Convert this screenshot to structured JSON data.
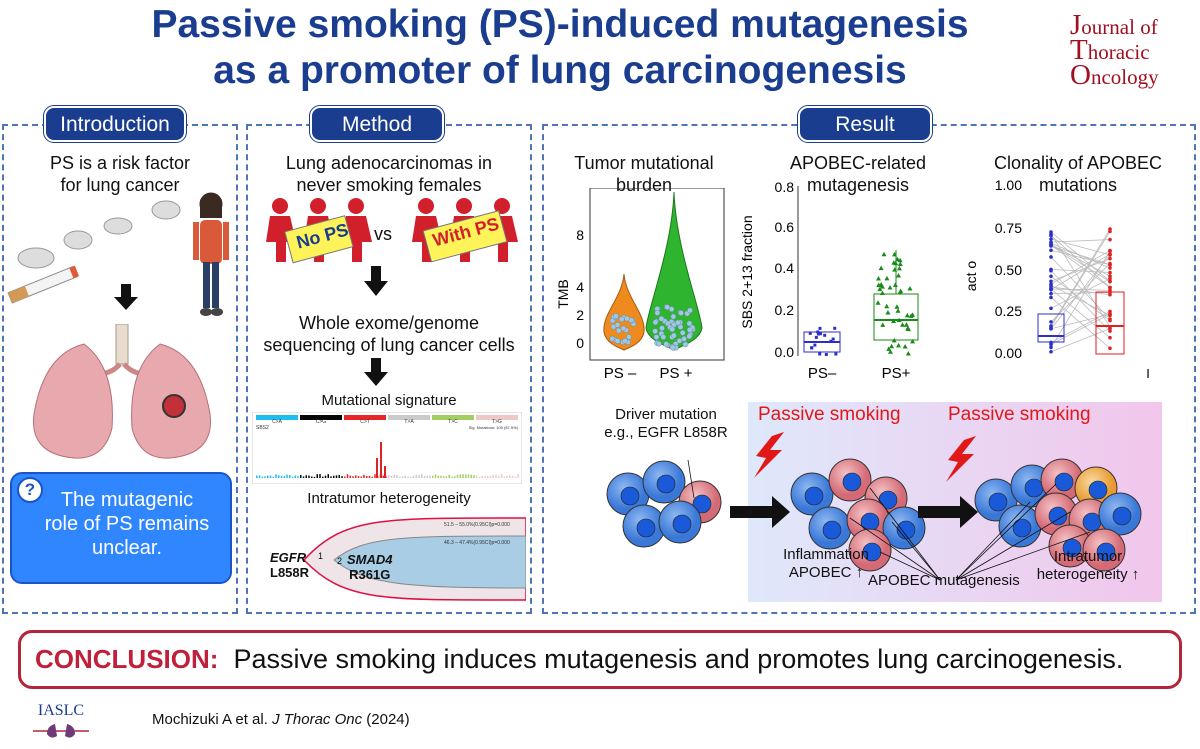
{
  "title": {
    "line1": "Passive smoking (PS)-induced mutagenesis",
    "line2": "as a promoter of lung carcinogenesis"
  },
  "journal": {
    "line1": "ournal of",
    "line1_cap": "J",
    "line2": "horacic",
    "line2_cap": "T",
    "line3": "ncology",
    "line3_cap": "O"
  },
  "intro": {
    "header": "Introduction",
    "text1": "PS is a risk factor",
    "text2": "for lung cancer",
    "question_mark": "?",
    "box_line1": "The mutagenic",
    "box_line2": "role of PS remains",
    "box_line3": "unclear."
  },
  "method": {
    "header": "Method",
    "text1": "Lung adenocarcinomas in",
    "text2": "never smoking females",
    "no_ps": "No PS",
    "vs": "vs",
    "with_ps": "With PS",
    "seq1": "Whole exome/genome",
    "seq2": "sequencing of lung cancer cells",
    "sig_title": "Mutational signature",
    "sig_label": "SBS2",
    "sig_cats": [
      "C>A",
      "C>G",
      "C>T",
      "T>A",
      "T>C",
      "T>G"
    ],
    "sig_note": "Sig. Mutations: 105 (87.5%)",
    "het_title": "Intratumor heterogeneity",
    "het_b1": "51.5 – 55.0%(0.95CI)p=0.000",
    "het_b2": "46.3 – 47.4%(0.95CI)p=0.000",
    "egfr": "EGFR",
    "l858r": "L858R",
    "c1": "1",
    "c2": "2",
    "smad4": "SMAD4",
    "r361g": "R361G"
  },
  "result": {
    "header": "Result",
    "tmb_title1": "Tumor mutational",
    "tmb_title2": "burden",
    "tmb_ylabel": "TMB",
    "tmb_ticks": [
      "8",
      "4",
      "2",
      "0"
    ],
    "tmb_x": [
      "PS –",
      "PS +"
    ],
    "apo_title1": "APOBEC-related",
    "apo_title2": "mutagenesis",
    "apo_ylabel": "SBS 2+13 fraction",
    "apo_ticks": [
      "0.8",
      "0.6",
      "0.4",
      "0.2",
      "0.0"
    ],
    "apo_x": [
      "PS–",
      "PS+"
    ],
    "clo_title1": "Clonality of APOBEC",
    "clo_title2": "mutations",
    "clo_ylabel": "act o",
    "clo_ticks": [
      "1.00",
      "0.75",
      "0.50",
      "0.25",
      "0.00"
    ],
    "clo_x": "I",
    "driver1": "Driver mutation",
    "driver2": "e.g., EGFR L858R",
    "ps1": "Passive smoking",
    "ps2": "Passive smoking",
    "inflam1": "Inflammation",
    "inflam2": "APOBEC ↑",
    "apo_mut": "APOBEC mutagenesis",
    "ith1": "Intratumor",
    "ith2": "heterogeneity ↑"
  },
  "conclusion": {
    "label": "CONCLUSION:",
    "text": "Passive smoking induces mutagenesis and promotes lung carcinogenesis."
  },
  "footer": {
    "iaslc": "IASLC",
    "cite_authors": "Mochizuki A et al. ",
    "cite_journal": "J Thorac Onc",
    "cite_year": " (2024)"
  },
  "colors": {
    "navy": "#1a3d8f",
    "red": "#c0203a",
    "orange": "#e07a1a",
    "green": "#2aa02a"
  }
}
